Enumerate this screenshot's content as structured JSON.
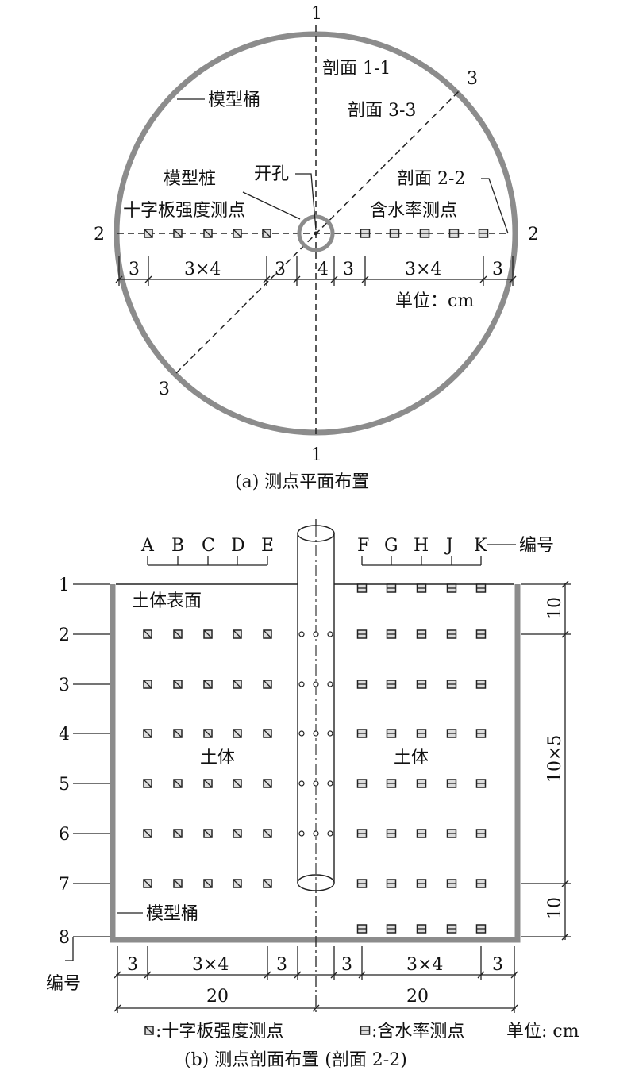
{
  "plan": {
    "caption": "(a) 测点平面布置",
    "section_labels": {
      "n1": "1",
      "n2": "2",
      "n3": "3"
    },
    "section_11": "剖面 1-1",
    "section_33": "剖面 3-3",
    "section_22": "剖面 2-2",
    "model_bucket": "模型桶",
    "model_pile": "模型桩",
    "hole": "开孔",
    "vane_points": "十字板强度测点",
    "moisture_points": "含水率测点",
    "dims": [
      "3",
      "3×4",
      "3",
      "4",
      "3",
      "3×4",
      "3"
    ],
    "unit": "单位：cm"
  },
  "section": {
    "caption": "(b) 测点剖面布置 (剖面 2-2)",
    "columns_left": [
      "A",
      "B",
      "C",
      "D",
      "E"
    ],
    "columns_right": [
      "F",
      "G",
      "H",
      "J",
      "K"
    ],
    "id_label": "编号",
    "rows": [
      "1",
      "2",
      "3",
      "4",
      "5",
      "6",
      "7",
      "8"
    ],
    "soil_surface": "土体表面",
    "soil": "土体",
    "model_bucket": "模型桶",
    "right_dims": [
      "10",
      "10×5",
      "10"
    ],
    "bottom_dims_left": [
      "3",
      "3×4",
      "3"
    ],
    "bottom_dims_right": [
      "3",
      "3×4",
      "3"
    ],
    "half_widths": [
      "20",
      "20"
    ],
    "legend_vane": ":十字板强度测点",
    "legend_moisture": ":含水率测点",
    "unit": "单位: cm"
  }
}
